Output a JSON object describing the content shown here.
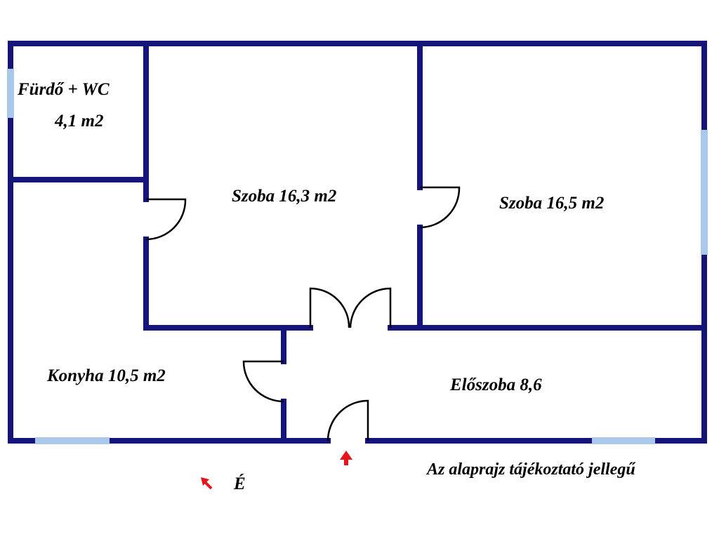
{
  "rooms": {
    "bath": {
      "name": "Fürdő + WC",
      "area": "4,1 m2"
    },
    "room_left": {
      "label": "Szoba 16,3 m2"
    },
    "room_right": {
      "label": "Szoba 16,5 m2"
    },
    "kitchen": {
      "label": "Konyha 10,5 m2"
    },
    "hall": {
      "label": "Előszoba 8,6"
    }
  },
  "compass": {
    "label": "É",
    "icon": "north-arrow-icon"
  },
  "entrance": {
    "icon": "entrance-arrow-icon"
  },
  "note": "Az alaprajz tájékoztató jellegű",
  "colors": {
    "wall": "#14147a",
    "window": "#a9c8ea",
    "door": "#000000",
    "arrow": "#e8141c",
    "background": "#ffffff"
  }
}
